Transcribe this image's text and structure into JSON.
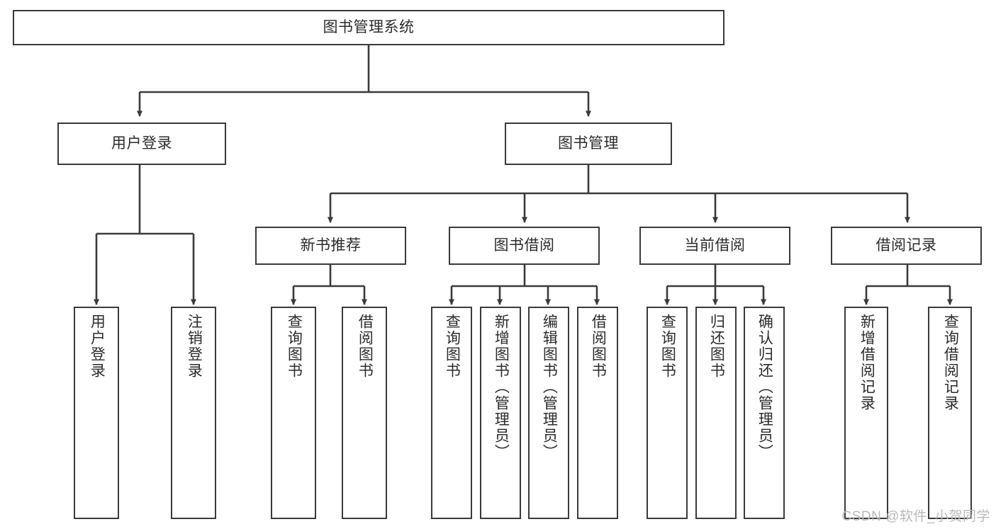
{
  "diagram": {
    "type": "tree-hierarchy-chart",
    "title": "图书管理系统",
    "line_color": "#3a3a3a",
    "text_color": "#2b2b2b",
    "background_color": "#ffffff",
    "watermark": "CSDN @软件_小贺同学",
    "nodes": {
      "root": {
        "label": "图书管理系统"
      },
      "level2": [
        {
          "id": "user-login",
          "label": "用户登录"
        },
        {
          "id": "book-management",
          "label": "图书管理"
        }
      ],
      "level3": [
        {
          "id": "new-book-recommend",
          "label": "新书推荐"
        },
        {
          "id": "book-borrow",
          "label": "图书借阅"
        },
        {
          "id": "current-borrow",
          "label": "当前借阅"
        },
        {
          "id": "borrow-record",
          "label": "借阅记录"
        }
      ],
      "leaves": {
        "user_login": [
          {
            "id": "leaf-user-login",
            "label": "用户登录"
          },
          {
            "id": "leaf-logout-login",
            "label": "注销登录"
          }
        ],
        "new_book_recommend": [
          {
            "id": "leaf-query-book-1",
            "label": "查询图书"
          },
          {
            "id": "leaf-borrow-book-1",
            "label": "借阅图书"
          }
        ],
        "book_borrow": [
          {
            "id": "leaf-query-book-2",
            "label": "查询图书"
          },
          {
            "id": "leaf-add-book",
            "label": "新增图书（管理员）"
          },
          {
            "id": "leaf-edit-book",
            "label": "编辑图书（管理员）"
          },
          {
            "id": "leaf-borrow-book-2",
            "label": "借阅图书"
          }
        ],
        "current_borrow": [
          {
            "id": "leaf-query-book-3",
            "label": "查询图书"
          },
          {
            "id": "leaf-return-book",
            "label": "归还图书"
          },
          {
            "id": "leaf-confirm-return",
            "label": "确认归还（管理员）"
          }
        ],
        "borrow_record": [
          {
            "id": "leaf-add-record",
            "label": "新增借阅记录"
          },
          {
            "id": "leaf-query-record",
            "label": "查询借阅记录"
          }
        ]
      }
    }
  }
}
